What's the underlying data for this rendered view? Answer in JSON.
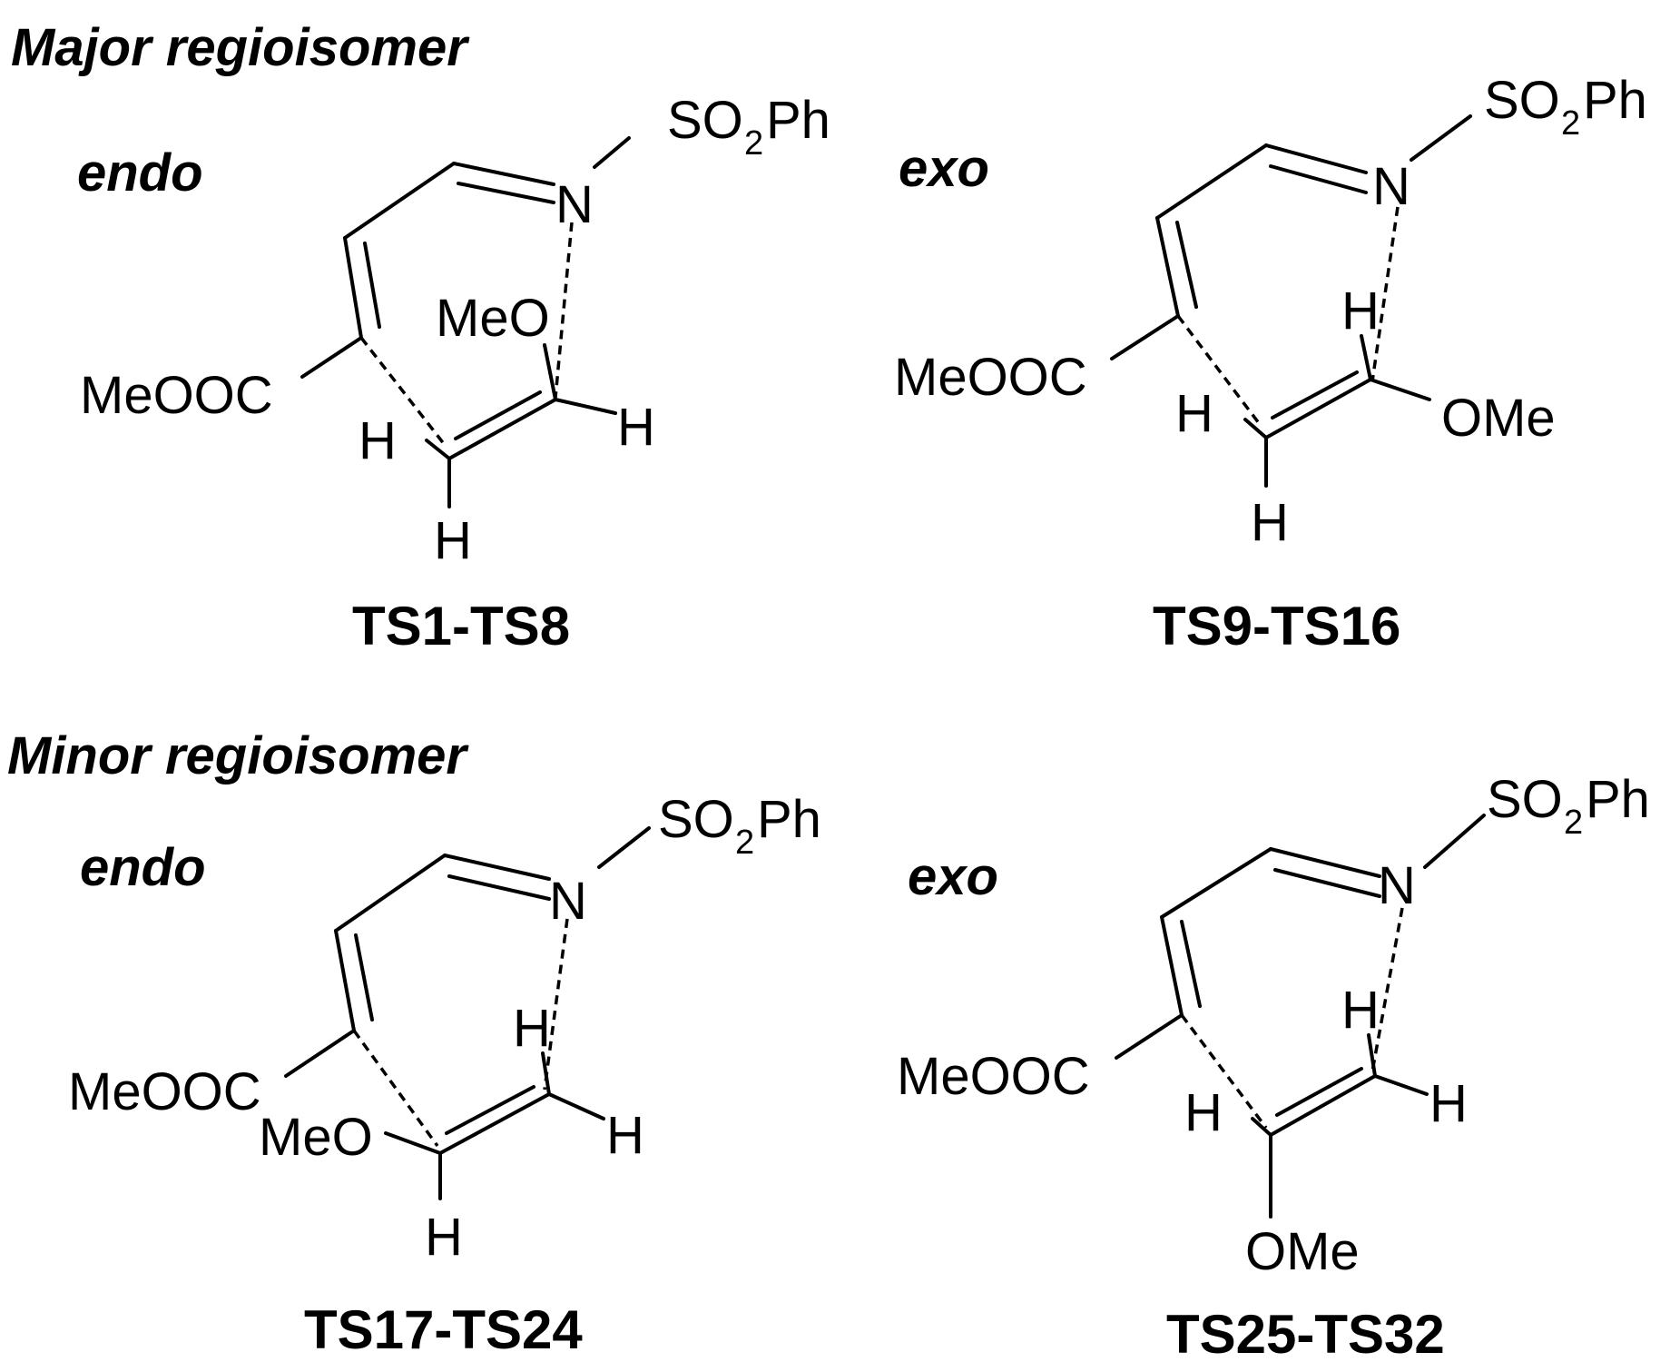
{
  "sections": {
    "major_title": "Major regioisomer",
    "minor_title": "Minor regioisomer"
  },
  "structures": [
    {
      "stereo": "endo",
      "label": "TS1-TS8",
      "atoms": {
        "so2ph_pre": "SO",
        "so2ph_sub": "2",
        "so2ph_post": "Ph",
        "n": "N",
        "ester": "MeOOC",
        "ome": "MeO",
        "h1": "H",
        "h2": "H",
        "h3": "H"
      }
    },
    {
      "stereo": "exo",
      "label": "TS9-TS16",
      "atoms": {
        "so2ph_pre": "SO",
        "so2ph_sub": "2",
        "so2ph_post": "Ph",
        "n": "N",
        "ester": "MeOOC",
        "ome": "OMe",
        "h1": "H",
        "h2": "H",
        "h3": "H"
      }
    },
    {
      "stereo": "endo",
      "label": "TS17-TS24",
      "atoms": {
        "so2ph_pre": "SO",
        "so2ph_sub": "2",
        "so2ph_post": "Ph",
        "n": "N",
        "ester": "MeOOC",
        "ome": "MeO",
        "h1": "H",
        "h2": "H",
        "h3": "H"
      }
    },
    {
      "stereo": "exo",
      "label": "TS25-TS32",
      "atoms": {
        "so2ph_pre": "SO",
        "so2ph_sub": "2",
        "so2ph_post": "Ph",
        "n": "N",
        "ester": "MeOOC",
        "ome": "OMe",
        "h1": "H",
        "h2": "H",
        "h3": "H"
      }
    }
  ]
}
